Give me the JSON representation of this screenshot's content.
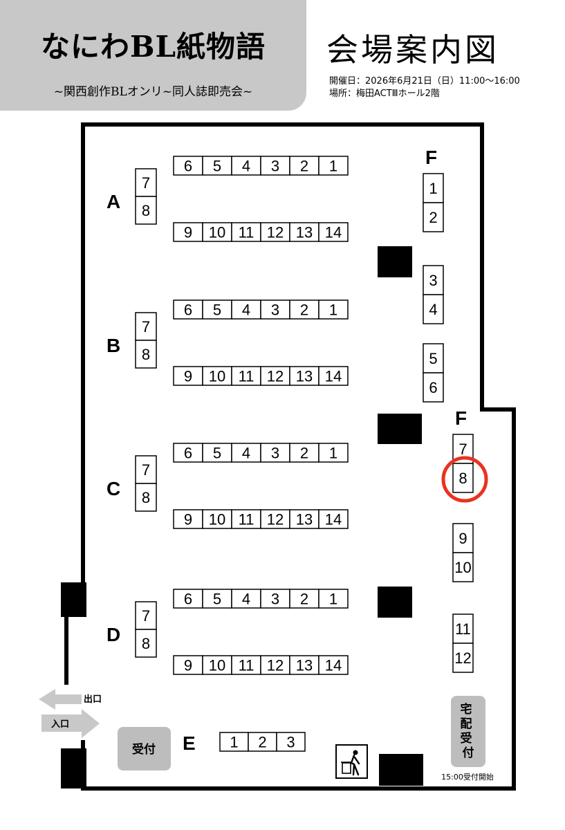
{
  "header": {
    "event_title": "なにわBL紙物語",
    "event_subtitle": "~関西創作BLオンリ~同人誌即売会~",
    "map_title": "会場案内図",
    "date_text": "開催日：2026年6月21日（日）11:00～16:00",
    "venue_text": "場所：梅田ACTⅢホール2階"
  },
  "rows": [
    {
      "label": "A",
      "top": [
        "6",
        "5",
        "4",
        "3",
        "2",
        "1"
      ],
      "bottom": [
        "9",
        "10",
        "11",
        "12",
        "13",
        "14"
      ],
      "side": [
        "7",
        "8"
      ]
    },
    {
      "label": "B",
      "top": [
        "6",
        "5",
        "4",
        "3",
        "2",
        "1"
      ],
      "bottom": [
        "9",
        "10",
        "11",
        "12",
        "13",
        "14"
      ],
      "side": [
        "7",
        "8"
      ]
    },
    {
      "label": "C",
      "top": [
        "6",
        "5",
        "4",
        "3",
        "2",
        "1"
      ],
      "bottom": [
        "9",
        "10",
        "11",
        "12",
        "13",
        "14"
      ],
      "side": [
        "7",
        "8"
      ]
    },
    {
      "label": "D",
      "top": [
        "6",
        "5",
        "4",
        "3",
        "2",
        "1"
      ],
      "bottom": [
        "9",
        "10",
        "11",
        "12",
        "13",
        "14"
      ],
      "side": [
        "7",
        "8"
      ]
    }
  ],
  "row_e": {
    "label": "E",
    "booths": [
      "1",
      "2",
      "3"
    ]
  },
  "row_f": {
    "label_upper": "F",
    "label_lower": "F",
    "groups": [
      [
        "1",
        "2"
      ],
      [
        "3",
        "4"
      ],
      [
        "5",
        "6"
      ],
      [
        "7",
        "8"
      ],
      [
        "9",
        "10"
      ],
      [
        "11",
        "12"
      ]
    ]
  },
  "highlight": {
    "booth": "F-8",
    "color": "#e8331f"
  },
  "labels": {
    "exit": "出口",
    "entrance": "入口",
    "reception": "受付",
    "delivery": "宅配受付",
    "delivery_note": "15:00受付開始",
    "trash_icon": "trash-bin-icon"
  },
  "colors": {
    "header_bg": "#c8c8c8",
    "gray_box": "#bdbdbd",
    "arrow": "#c8c8c8"
  }
}
